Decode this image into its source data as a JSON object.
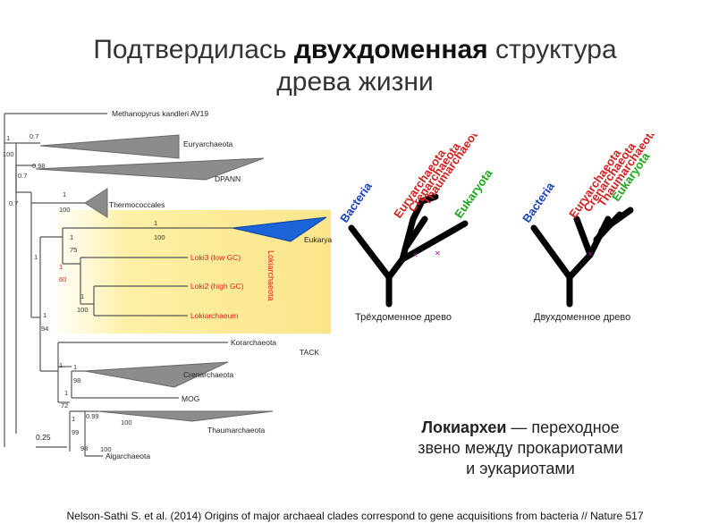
{
  "slide": {
    "title_pre": "Подтвердилась ",
    "title_bold": "двухдоменная",
    "title_post": " структура",
    "title_line2": "древа жизни"
  },
  "tree": {
    "top_label": "Methanopyrus kandleri AV19",
    "clades": {
      "eury": "Euryarchaeota",
      "dpann": "DPANN",
      "thermo": "Thermococcales",
      "euk": "Eukarya",
      "loki3": "Loki3 (low GC)",
      "loki2": "Loki2 (high GC)",
      "lokiarch": "Lokiarchaeum",
      "kor": "Korarchaeota",
      "cren": "Crenarchaeota",
      "mog": "MOG",
      "thaum": "Thaumarchaeota",
      "aig": "Aigarchaeota"
    },
    "group_loki": "Lokiarchaeota",
    "group_tack": "TACK",
    "scale": "0.25",
    "supports": {
      "s07a": "0.7",
      "s1a": "1",
      "s100a": "100",
      "s098": "0.98",
      "s07b": "0.7",
      "s1b": "1",
      "s100b": "100",
      "s07c": "0.7",
      "s1c": "1",
      "s100c": "100",
      "s1d": "1",
      "s75": "75",
      "s1red": "1",
      "s60": "60",
      "s1e": "1",
      "s100e": "100",
      "s1f": "1",
      "s94": "94",
      "s1g": "1",
      "s98a": "98",
      "s1h": "1",
      "s72": "72",
      "s099": "0.99",
      "s1i": "1",
      "s99": "99",
      "s1j": "1",
      "s100j": "100",
      "s98b": "98",
      "s1k": "1",
      "s100k": "100"
    }
  },
  "schemes": {
    "labels": {
      "bacteria": "Bacteria",
      "eury": "Euryarchaeota",
      "cren": "Crenarchaeota",
      "thaum": "Thaumarchaeota",
      "euk": "Eukaryota"
    },
    "three_domain": "Трёхдоменное древо",
    "two_domain": "Двухдоменное древо",
    "colors": {
      "bacteria": "#1a3fbf",
      "archaea": "#d42020",
      "eukaryota": "#1aa71a",
      "marker": "#a0199a"
    }
  },
  "caption": {
    "bold": "Локиархеи",
    "rest1": " — переходное",
    "line2": "звено между прокариотами",
    "line3": "и эукариотами"
  },
  "reference": "Nelson-Sathi S. et al. (2014) Origins of major archaeal clades correspond to gene acquisitions from bacteria // Nature 517"
}
